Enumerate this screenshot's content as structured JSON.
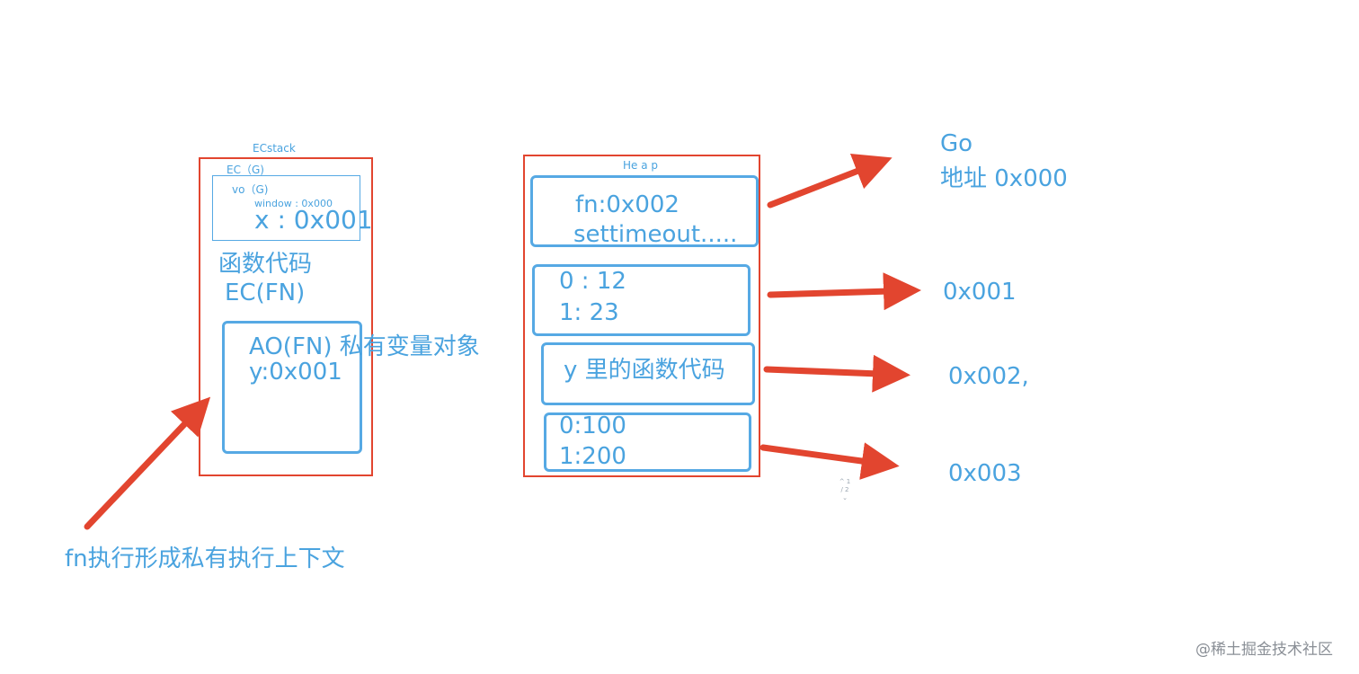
{
  "ecstack": {
    "title": "ECstack",
    "ec_g": "EC（G)",
    "vo_g": "vo（G)",
    "window_line": "window : 0x000",
    "x_line": "x : 0x001",
    "fn_code": "函数代码",
    "ec_fn": "EC(FN)",
    "ao_fn": "AO(FN) 私有变量对象",
    "y_line": "y:0x001"
  },
  "heap": {
    "title": "He a p",
    "boxes": [
      {
        "line1": "fn:0x002",
        "line2": "settimeout....."
      },
      {
        "line1": "0 : 12",
        "line2": "1: 23"
      },
      {
        "line1": "y 里的函数代码"
      },
      {
        "line1": "0:100",
        "line2": "1:200"
      }
    ],
    "scroll_marks": "^ 1 / 2 ⌄"
  },
  "addresses": {
    "go": "Go",
    "go_addr": "地址 0x000",
    "a1": "0x001",
    "a2": "0x002,",
    "a3": "0x003"
  },
  "caption": "fn执行形成私有执行上下文",
  "watermark": "@稀土掘金技术社区",
  "colors": {
    "red": "#e2452f",
    "blue": "#4aa3df"
  }
}
